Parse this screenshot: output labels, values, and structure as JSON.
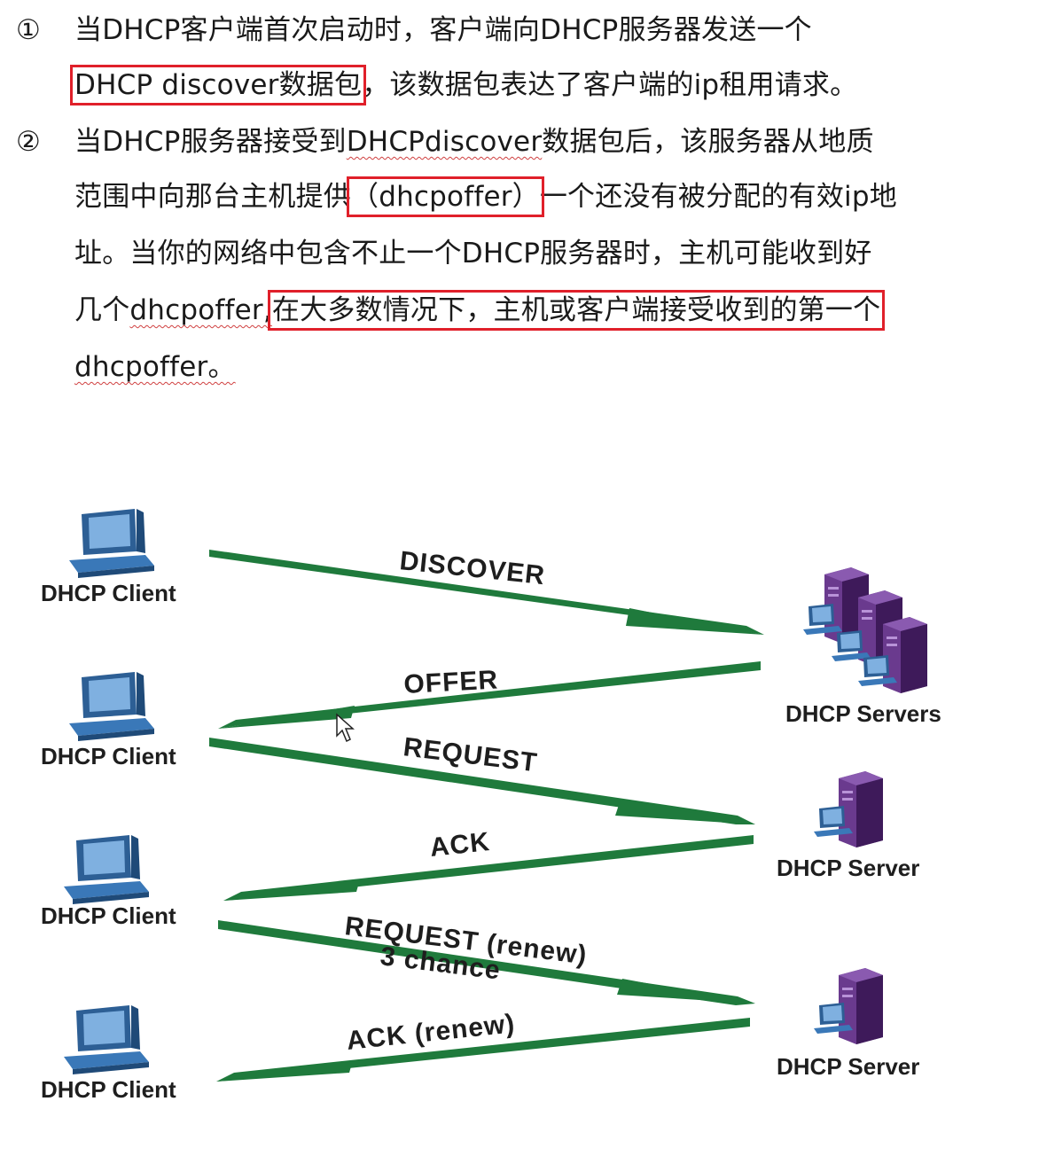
{
  "text": {
    "item1_marker": "①",
    "item1_line1": "当DHCP客户端首次启动时，客户端向DHCP服务器发送一个",
    "item1_line2_boxed": "DHCP discover数据包",
    "item1_line2_rest": "，该数据包表达了客户端的ip租用请求。",
    "item2_marker": "②",
    "item2_line1_a": "当DHCP服务器接受到",
    "item2_line1_b": "DHCPdiscover",
    "item2_line1_c": "数据包后，该服务器从地质",
    "item2_line2_a": "范围中向那台主机提供",
    "item2_line2_boxed": "（dhcpoffer）",
    "item2_line2_c": "一个还没有被分配的有效ip地",
    "item2_line3": "址。当你的网络中包含不止一个DHCP服务器时，主机可能收到好",
    "item2_line4_a": "几个",
    "item2_line4_b": "dhcpoffer,",
    "item2_line4_boxed": "在大多数情况下，主机或客户端接受收到的第一个",
    "item2_line5": "dhcpoffer。"
  },
  "diagram": {
    "clients": [
      "DHCP Client",
      "DHCP Client",
      "DHCP Client",
      "DHCP Client"
    ],
    "servers": [
      "DHCP Servers",
      "DHCP Server",
      "DHCP Server"
    ],
    "messages": [
      "DISCOVER",
      "OFFER",
      "REQUEST",
      "ACK",
      "REQUEST (renew)",
      "3 chance",
      "ACK (renew)"
    ],
    "colors": {
      "arrow": "#1f7a3c",
      "computer": "#3a78b8",
      "server": "#5a2a7a",
      "highlight": "#e0202a"
    }
  }
}
